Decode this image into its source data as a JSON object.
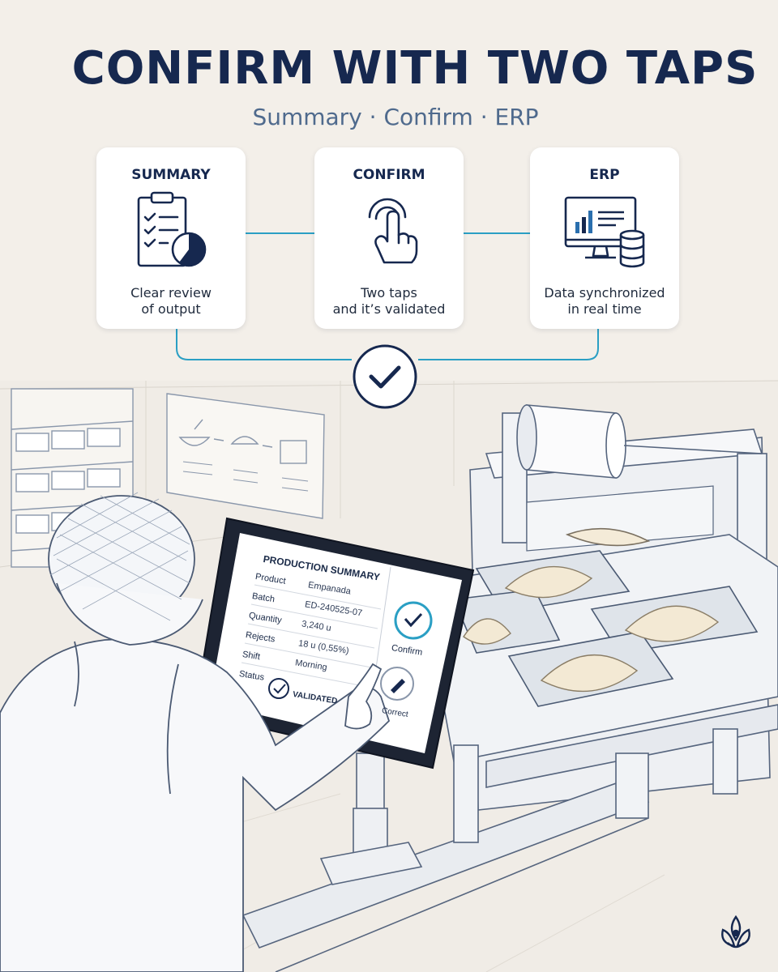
{
  "header": {
    "title": "CONFIRM WITH TWO TAPS",
    "subtitle": "Summary · Confirm · ERP"
  },
  "steps": [
    {
      "title": "SUMMARY",
      "line1": "Clear review",
      "line2": "of output",
      "icon": "clipboard-chart-icon"
    },
    {
      "title": "CONFIRM",
      "line1": "Two taps",
      "line2": "and it’s validated",
      "icon": "tap-hand-icon"
    },
    {
      "title": "ERP",
      "line1": "Data synchronized",
      "line2": "in real time",
      "icon": "monitor-database-icon"
    }
  ],
  "status_icon": "check-circle-icon",
  "tablet": {
    "title": "PRODUCTION SUMMARY",
    "rows": [
      {
        "label": "Product",
        "value": "Empanada"
      },
      {
        "label": "Batch",
        "value": "ED-240525-07"
      },
      {
        "label": "Quantity",
        "value": "3,240 u"
      },
      {
        "label": "Rejects",
        "value": "18 u (0,55%)"
      },
      {
        "label": "Shift",
        "value": "Morning"
      },
      {
        "label": "Status",
        "value": ""
      }
    ],
    "status_value": "VALIDATED",
    "confirm_label": "Confirm",
    "correct_label": "Correct"
  },
  "colors": {
    "navy": "#16284f",
    "accent": "#2a9fc4",
    "background": "#f3efe9",
    "line": "#8a97ab"
  },
  "brand_icon": "flower-logo-icon"
}
